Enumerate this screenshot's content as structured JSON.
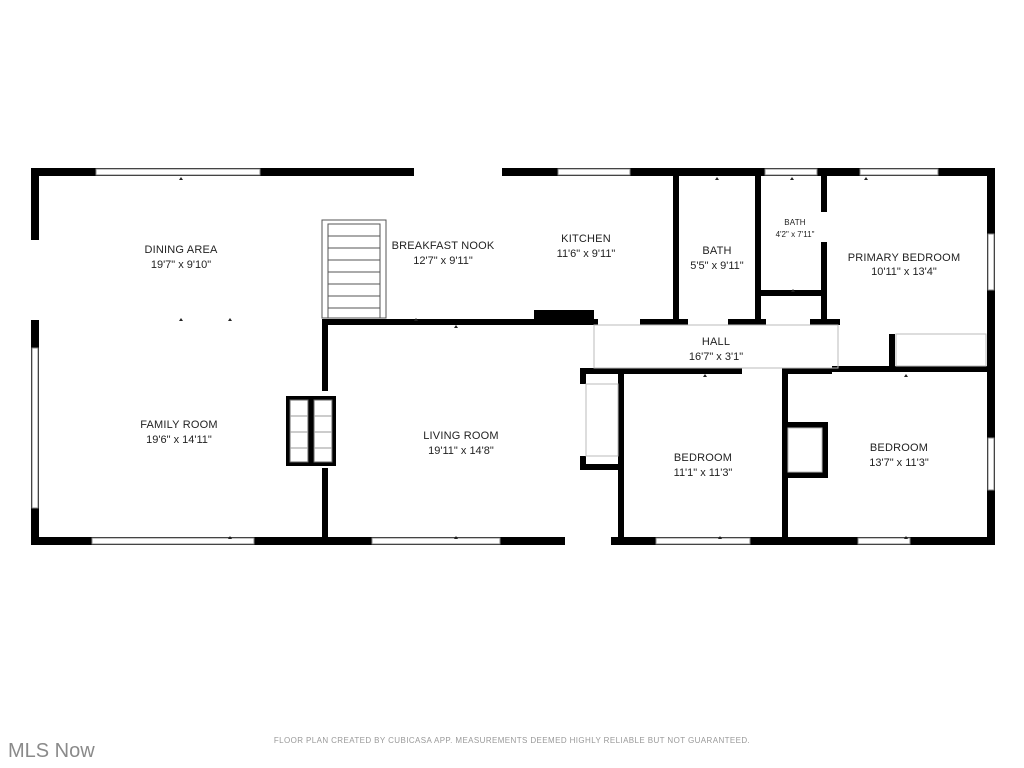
{
  "rooms": [
    {
      "id": "dining-area",
      "name": "DINING AREA",
      "dims": "19'7\" x 9'10\""
    },
    {
      "id": "family-room",
      "name": "FAMILY ROOM",
      "dims": "19'6\" x 14'11\""
    },
    {
      "id": "breakfast-nook",
      "name": "BREAKFAST NOOK",
      "dims": "12'7\" x 9'11\""
    },
    {
      "id": "kitchen",
      "name": "KITCHEN",
      "dims": "11'6\" x 9'11\""
    },
    {
      "id": "bath-1",
      "name": "BATH",
      "dims": "5'5\" x 9'11\""
    },
    {
      "id": "bath-2",
      "name": "BATH",
      "dims": "4'2\" x 7'11\""
    },
    {
      "id": "primary-bedroom",
      "name": "PRIMARY BEDROOM",
      "dims": "10'11\" x 13'4\""
    },
    {
      "id": "hall",
      "name": "HALL",
      "dims": "16'7\" x 3'1\""
    },
    {
      "id": "living-room",
      "name": "LIVING ROOM",
      "dims": "19'11\" x 14'8\""
    },
    {
      "id": "bedroom-1",
      "name": "BEDROOM",
      "dims": "11'1\" x 11'3\""
    },
    {
      "id": "bedroom-2",
      "name": "BEDROOM",
      "dims": "13'7\" x 11'3\""
    }
  ],
  "footer": {
    "disclaimer": "FLOOR PLAN CREATED BY CUBICASA APP. MEASUREMENTS DEEMED HIGHLY RELIABLE BUT NOT GUARANTEED.",
    "logo": "MLS Now"
  }
}
